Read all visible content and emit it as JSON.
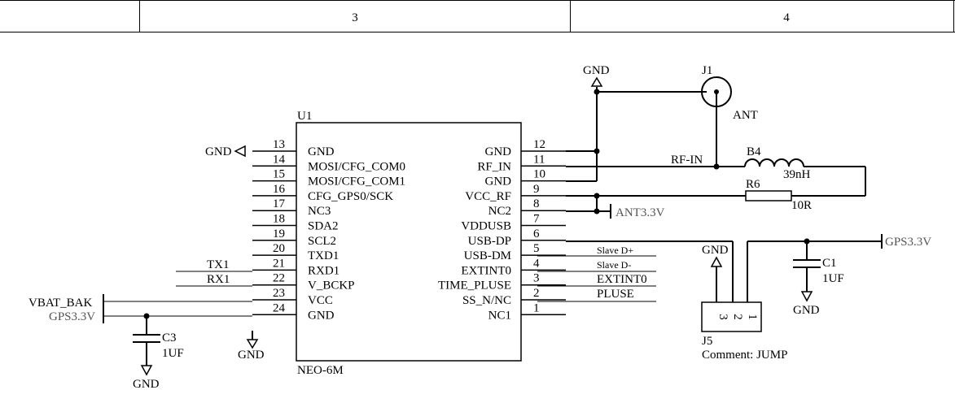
{
  "frame": {
    "columns": [
      "3",
      "4"
    ]
  },
  "u1": {
    "designator": "U1",
    "part": "NEO-6M",
    "left_pins": [
      {
        "num": "13",
        "name": "GND"
      },
      {
        "num": "14",
        "name": "MOSI/CFG_COM0"
      },
      {
        "num": "15",
        "name": "MOSI/CFG_COM1"
      },
      {
        "num": "16",
        "name": "CFG_GPS0/SCK"
      },
      {
        "num": "17",
        "name": "NC3"
      },
      {
        "num": "18",
        "name": "SDA2"
      },
      {
        "num": "19",
        "name": "SCL2"
      },
      {
        "num": "20",
        "name": "TXD1"
      },
      {
        "num": "21",
        "name": "RXD1"
      },
      {
        "num": "22",
        "name": "V_BCKP"
      },
      {
        "num": "23",
        "name": "VCC"
      },
      {
        "num": "24",
        "name": "GND"
      }
    ],
    "right_pins": [
      {
        "num": "12",
        "name": "GND"
      },
      {
        "num": "11",
        "name": "RF_IN"
      },
      {
        "num": "10",
        "name": "GND"
      },
      {
        "num": "9",
        "name": "VCC_RF"
      },
      {
        "num": "8",
        "name": "NC2"
      },
      {
        "num": "7",
        "name": "VDDUSB"
      },
      {
        "num": "6",
        "name": "USB-DP"
      },
      {
        "num": "5",
        "name": "USB-DM"
      },
      {
        "num": "4",
        "name": "EXTINT0"
      },
      {
        "num": "3",
        "name": "TIME_PLUSE"
      },
      {
        "num": "2",
        "name": "SS_N/NC"
      },
      {
        "num": "1",
        "name": "NC1"
      }
    ]
  },
  "nets": {
    "gnd": "GND",
    "tx1": "TX1",
    "rx1": "RX1",
    "vbat_bak": "VBAT_BAK",
    "gps33": "GPS3.3V",
    "ant33": "ANT3.3V",
    "rf_in": "RF-IN",
    "slave_dp": "Slave D+",
    "slave_dm": "Slave D-",
    "extint0": "EXTINT0",
    "pluse": "PLUSE"
  },
  "j1": {
    "designator": "J1",
    "name": "ANT"
  },
  "b4": {
    "designator": "B4",
    "value": "39nH"
  },
  "r6": {
    "designator": "R6",
    "value": "10R"
  },
  "c1": {
    "designator": "C1",
    "value": "1UF"
  },
  "c3": {
    "designator": "C3",
    "value": "1UF"
  },
  "j5": {
    "designator": "J5",
    "comment": "Comment: JUMP",
    "pins": [
      "3",
      "2",
      "1"
    ]
  }
}
